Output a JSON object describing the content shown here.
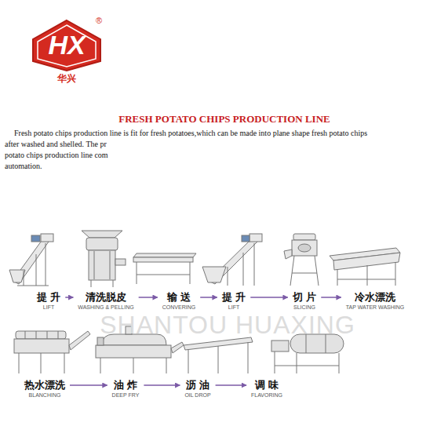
{
  "diagram": {
    "title": "FRESH POTATO CHIPS PRODUCTION LINE",
    "nodes": [
      {
        "text": [
          "提 升",
          "LIFT"
        ]
      },
      {
        "text": [
          "清洗脱皮",
          "WASHING & PELLING"
        ]
      },
      {
        "text": [
          "输 送",
          "CONVERING"
        ]
      },
      {
        "text": [
          "提 升",
          "LIFT"
        ]
      },
      {
        "text": [
          "切 片",
          "SLICING"
        ]
      },
      {
        "text": [
          "冷水漂洗",
          "TAP WATER WASHING"
        ]
      },
      {
        "text": [
          "热水漂洗",
          "BLANCHING"
        ]
      },
      {
        "text": [
          "油 炸",
          "DEEP FRY"
        ]
      },
      {
        "text": [
          "沥 油",
          "OIL DROP"
        ]
      },
      {
        "text": [
          "调 味",
          "FLAVORING"
        ]
      }
    ],
    "edges": [
      {
        "from": 0,
        "to": 1,
        "arrow": "to"
      },
      {
        "from": 1,
        "to": 2,
        "arrow": "to"
      },
      {
        "from": 2,
        "to": 3,
        "arrow": "to"
      },
      {
        "from": 3,
        "to": 4,
        "arrow": "to"
      },
      {
        "from": 4,
        "to": 5,
        "arrow": "to"
      },
      {
        "from": 6,
        "to": 7,
        "arrow": "to"
      },
      {
        "from": 7,
        "to": 8,
        "arrow": "to"
      },
      {
        "from": 8,
        "to": 9,
        "arrow": "to"
      }
    ],
    "labels": [
      "HX",
      "®",
      "华兴",
      "Fresh potato chips production line is fit for fresh potatoes,which can be made into plane shape fresh potato chips",
      "after washed and shelled. The pr",
      "potato chips production line com",
      "automation.",
      "SHANTOU HUAXING"
    ]
  }
}
